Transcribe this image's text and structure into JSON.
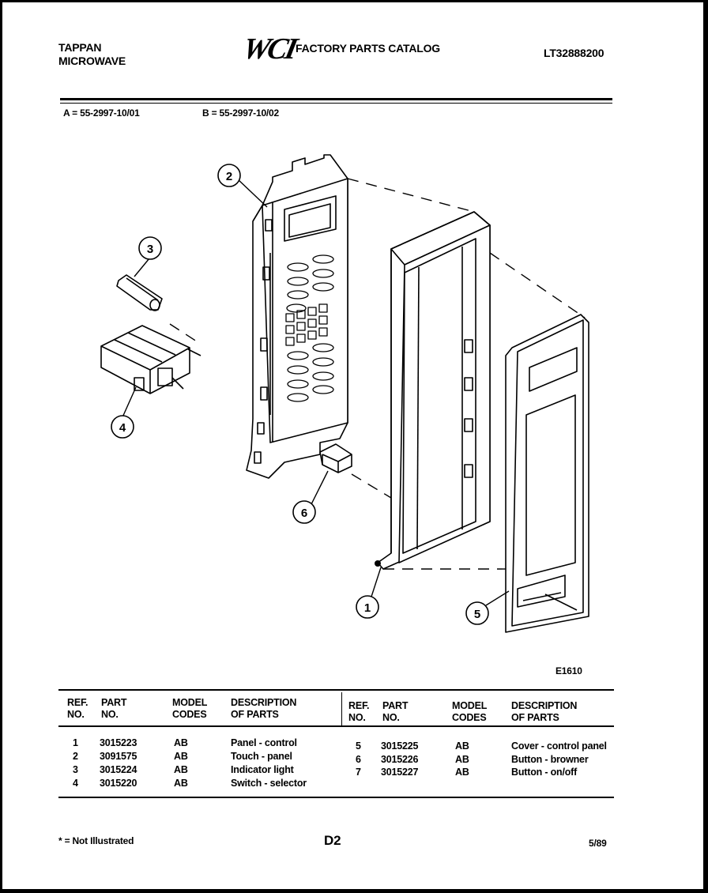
{
  "header": {
    "brand_line1": "TAPPAN",
    "brand_line2": "MICROWAVE",
    "logo": "WCI",
    "catalog_title": "FACTORY PARTS CATALOG",
    "model_no": "LT32888200"
  },
  "codes": {
    "a": "A = 55-2997-10/01",
    "b": "B = 55-2997-10/02"
  },
  "diagram": {
    "figure_code": "E1610",
    "callouts": [
      "1",
      "2",
      "3",
      "4",
      "5",
      "6"
    ]
  },
  "table": {
    "headers": {
      "ref_1": "REF.",
      "ref_2": "NO.",
      "part_1": "PART",
      "part_2": "NO.",
      "model_1": "MODEL",
      "model_2": "CODES",
      "desc_1": "DESCRIPTION",
      "desc_2": "OF PARTS"
    },
    "left_rows": [
      {
        "ref": "1",
        "part": "3015223",
        "codes": "AB",
        "desc": "Panel - control"
      },
      {
        "ref": "2",
        "part": "3091575",
        "codes": "AB",
        "desc": "Touch - panel"
      },
      {
        "ref": "3",
        "part": "3015224",
        "codes": "AB",
        "desc": "Indicator light"
      },
      {
        "ref": "4",
        "part": "3015220",
        "codes": "AB",
        "desc": "Switch - selector"
      }
    ],
    "right_rows": [
      {
        "ref": "5",
        "part": "3015225",
        "codes": "AB",
        "desc": "Cover - control panel"
      },
      {
        "ref": "6",
        "part": "3015226",
        "codes": "AB",
        "desc": "Button - browner"
      },
      {
        "ref": "7",
        "part": "3015227",
        "codes": "AB",
        "desc": "Button - on/off"
      }
    ]
  },
  "footer": {
    "note": "* = Not Illustrated",
    "page": "D2",
    "date": "5/89"
  }
}
